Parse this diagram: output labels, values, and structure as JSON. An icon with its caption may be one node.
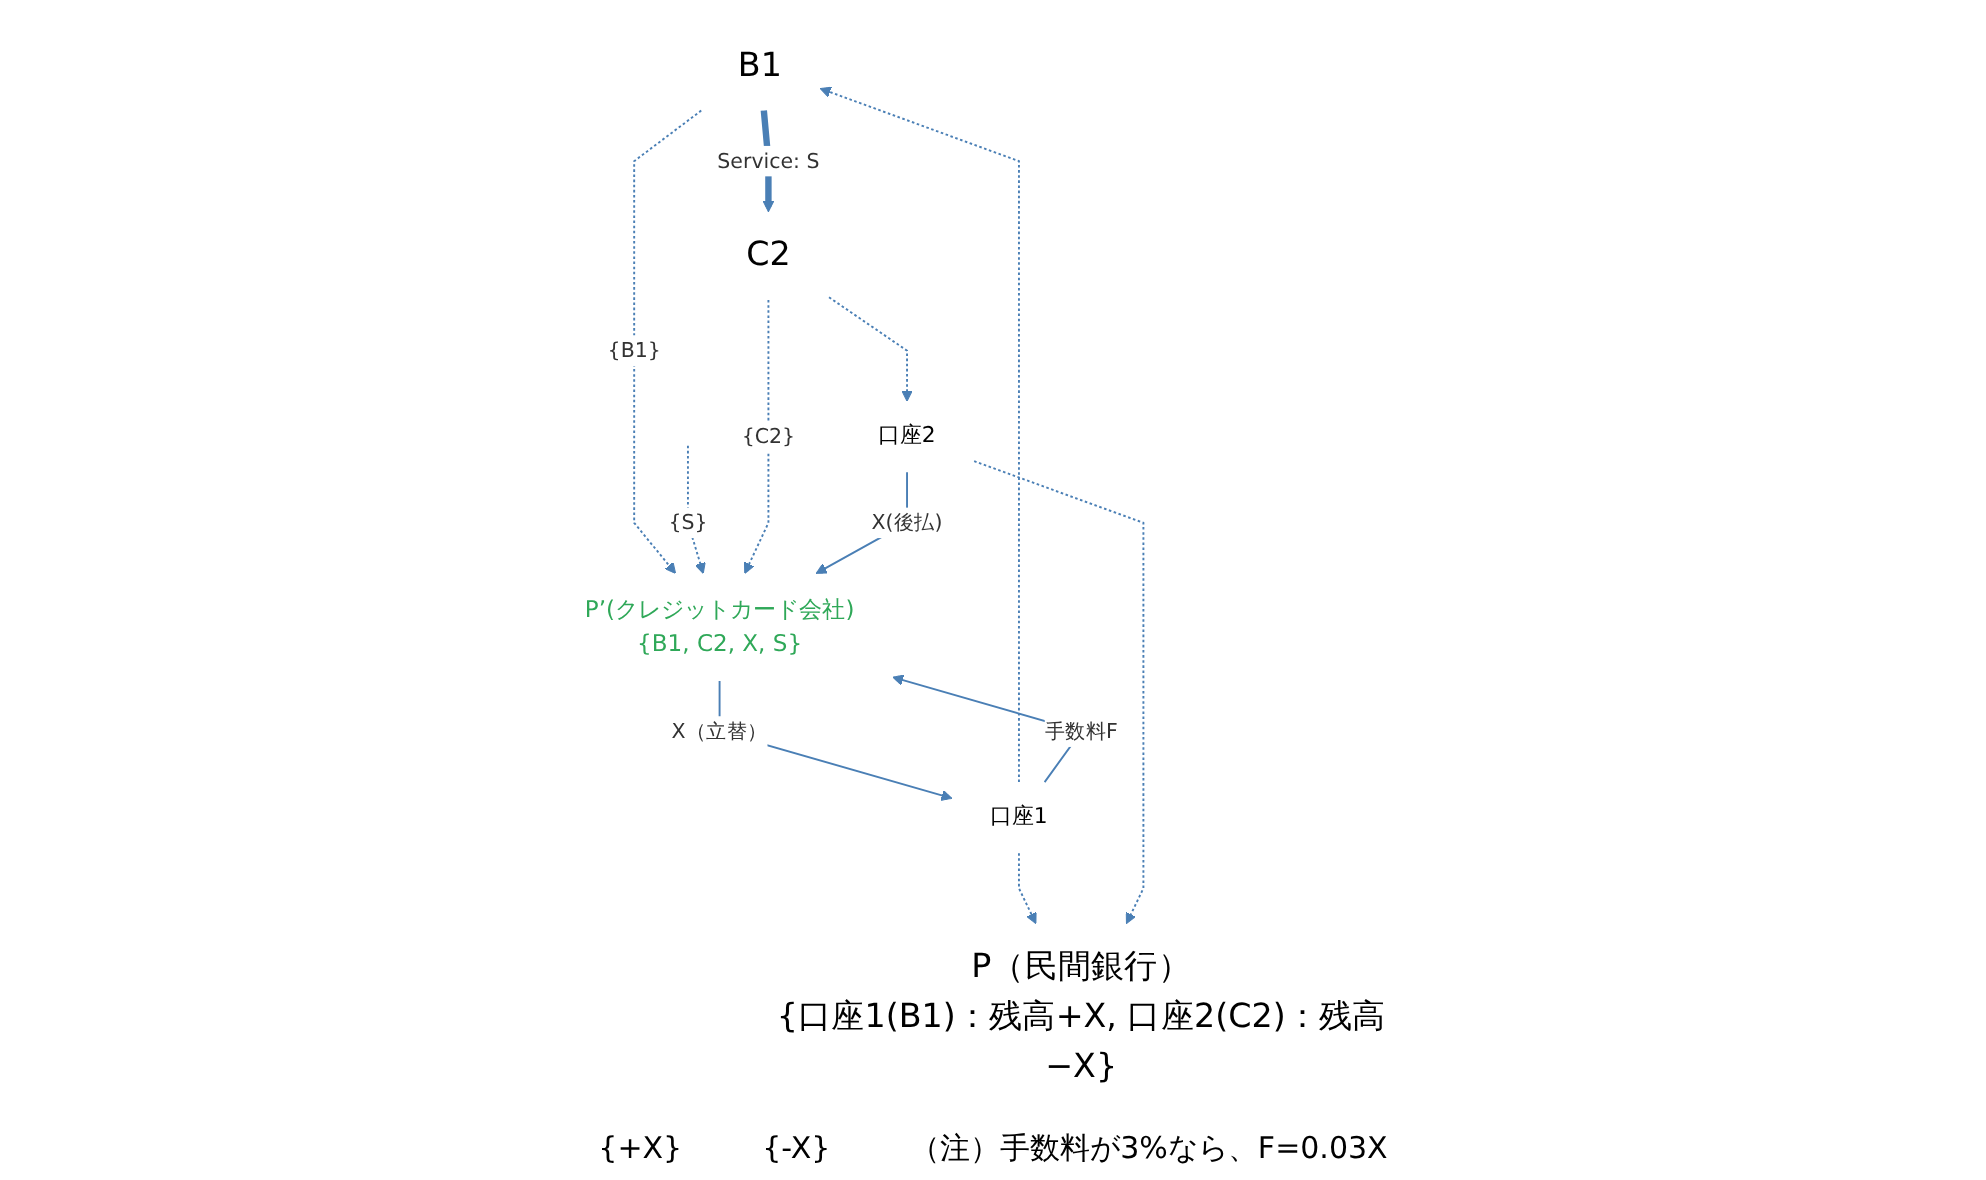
{
  "diagram": {
    "nodes": [
      {
        "text": [
          "B1"
        ]
      },
      {
        "text": [
          "C2"
        ]
      },
      {
        "text": [
          "口座1"
        ]
      },
      {
        "text": [
          "口座2"
        ]
      },
      {
        "text": [
          "P’(クレジットカード会社)"
        ],
        "beside": [
          "{B1, C2, X,  S}"
        ]
      },
      {
        "text": [
          "P（民間銀行）"
        ],
        "beside": [
          "{口座1(B1)：残高+X, 口座2(C2)：残高−X}"
        ]
      }
    ],
    "edges": [
      {
        "from": 0,
        "to": 1,
        "arrow": "to",
        "label": "Service: S",
        "style": "thick"
      },
      {
        "from": 0,
        "to": 4,
        "arrow": "to",
        "label": "{B1}",
        "style": "dashed"
      },
      {
        "from": null,
        "to": 4,
        "arrow": "to",
        "label": "{S}",
        "style": "dashed"
      },
      {
        "from": 1,
        "to": 4,
        "arrow": "to",
        "label": "{C2}",
        "style": "dashed"
      },
      {
        "from": 1,
        "to": 3,
        "arrow": "to",
        "style": "dashed"
      },
      {
        "from": 2,
        "to": 0,
        "arrow": "to",
        "style": "dashed"
      },
      {
        "from": 4,
        "to": 2,
        "arrow": "to",
        "label": "X（立替）"
      },
      {
        "from": 2,
        "to": 4,
        "arrow": "to",
        "label": "手数料F"
      },
      {
        "from": 3,
        "to": 4,
        "arrow": "to",
        "label": "X(後払)"
      },
      {
        "from": 2,
        "to": 5,
        "arrow": "to",
        "style": "dashed"
      },
      {
        "from": 3,
        "to": 5,
        "arrow": "to",
        "style": "dashed"
      }
    ],
    "labels": [
      "{+X}",
      "{-X}",
      "（注）手数料が3%なら、F=0.03X"
    ]
  }
}
